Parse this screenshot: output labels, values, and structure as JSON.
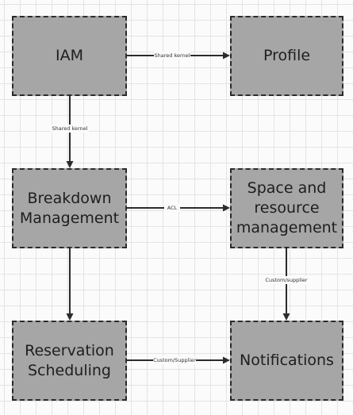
{
  "diagram": {
    "nodes": {
      "iam": {
        "label": "IAM"
      },
      "profile": {
        "label": "Profile"
      },
      "breakdown": {
        "label": "Breakdown\nManagement"
      },
      "space": {
        "label": "Space and\nresource\nmanagement"
      },
      "reservation": {
        "label": "Reservation\nScheduling"
      },
      "notifications": {
        "label": "Notifications"
      }
    },
    "edges": {
      "iam_profile": {
        "label": "Shared kernel"
      },
      "iam_breakdown": {
        "label": "Shared kernel"
      },
      "breakdown_space": {
        "label": "ACL"
      },
      "breakdown_reservation": {
        "label": ""
      },
      "space_notifications": {
        "label": "Custom/supplier"
      },
      "reservation_notifications": {
        "label": "Custom/Supplier"
      }
    }
  },
  "colors": {
    "node_fill": "#a6a6a6",
    "node_border": "#2b2b2b",
    "edge": "#2b2b2b",
    "grid": "#e4e4e4",
    "background": "#fbfbfb"
  }
}
